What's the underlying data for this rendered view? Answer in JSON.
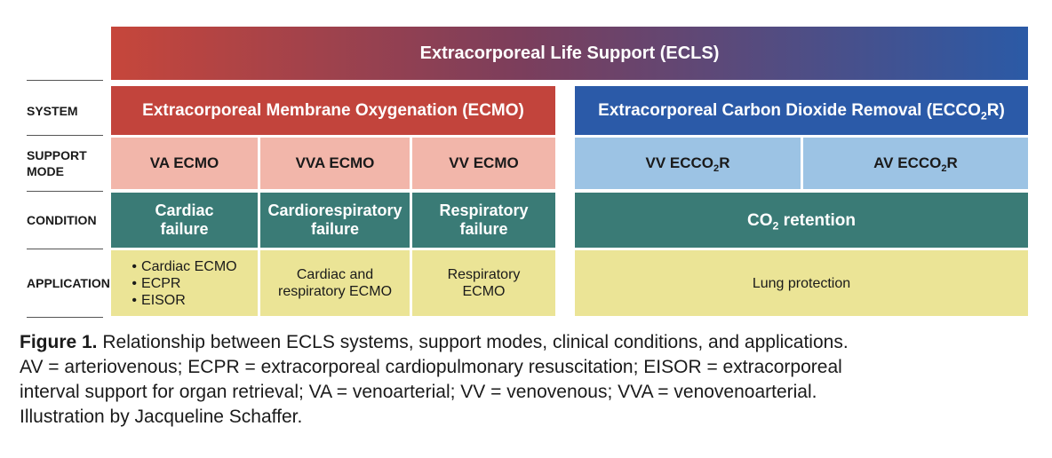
{
  "banner": {
    "title": "Extracorporeal Life Support (ECLS)"
  },
  "row_labels": {
    "system": "SYSTEM",
    "support_mode_line1": "SUPPORT",
    "support_mode_line2": "MODE",
    "condition": "CONDITION",
    "application": "APPLICATION"
  },
  "systems": {
    "ecmo": "Extracorporeal Membrane Oxygenation (ECMO)",
    "eccor_prefix": "Extracorporeal Carbon Dioxide Removal (ECCO",
    "eccor_sub": "2",
    "eccor_suffix": "R)"
  },
  "modes": {
    "va_ecmo": "VA ECMO",
    "vva_ecmo": "VVA ECMO",
    "vv_ecmo": "VV ECMO",
    "vv_eccor_prefix": "VV ECCO",
    "vv_eccor_sub": "2",
    "vv_eccor_suffix": "R",
    "av_eccor_prefix": "AV ECCO",
    "av_eccor_sub": "2",
    "av_eccor_suffix": "R"
  },
  "conditions": {
    "cardiac_line1": "Cardiac",
    "cardiac_line2": "failure",
    "cardiorespiratory_line1": "Cardiorespiratory",
    "cardiorespiratory_line2": "failure",
    "respiratory_line1": "Respiratory",
    "respiratory_line2": "failure",
    "co2_prefix": "CO",
    "co2_sub": "2",
    "co2_suffix": " retention"
  },
  "applications": {
    "cardiac_items": [
      "Cardiac ECMO",
      "ECPR",
      "EISOR"
    ],
    "cardiorespiratory_line1": "Cardiac and",
    "cardiorespiratory_line2": "respiratory ECMO",
    "respiratory_line1": "Respiratory",
    "respiratory_line2": "ECMO",
    "lung": "Lung protection"
  },
  "caption": {
    "figure_label": "Figure 1.",
    "line1": "Relationship between ECLS systems, support modes, clinical conditions, and applications.",
    "line2": "AV = arteriovenous; ECPR = extracorporeal cardiopulmonary resuscitation; EISOR = extracorporeal",
    "line3": "interval support for organ retrieval; VA = venoarterial; VV = venovenous; VVA = venovenoarterial.",
    "line4": "Illustration by Jacqueline Schaffer."
  },
  "colors": {
    "banner_left": "#c6463b",
    "banner_right": "#2b5aa6",
    "ecmo_red": "#c2443c",
    "eccor_blue": "#2b5aa8",
    "mode_pink": "#f2b6aa",
    "mode_blue": "#9cc3e4",
    "condition_teal": "#3a7b76",
    "application_yellow": "#ebe496"
  }
}
